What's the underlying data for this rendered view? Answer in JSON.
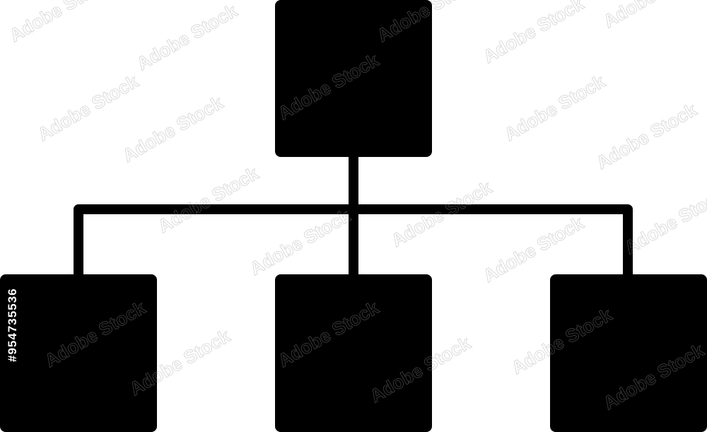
{
  "diagram": {
    "icon_name": "hierarchy-org-chart-icon",
    "fill_color": "#000000",
    "background_color": "#ffffff",
    "nodes": [
      {
        "id": "root",
        "level": 0
      },
      {
        "id": "child-left",
        "level": 1
      },
      {
        "id": "child-center",
        "level": 1
      },
      {
        "id": "child-right",
        "level": 1
      }
    ],
    "edges": [
      {
        "from": "root",
        "to": "child-left"
      },
      {
        "from": "root",
        "to": "child-center"
      },
      {
        "from": "root",
        "to": "child-right"
      }
    ]
  },
  "watermark": {
    "text": "Adobe Stock",
    "stock_id": "#954735536"
  }
}
